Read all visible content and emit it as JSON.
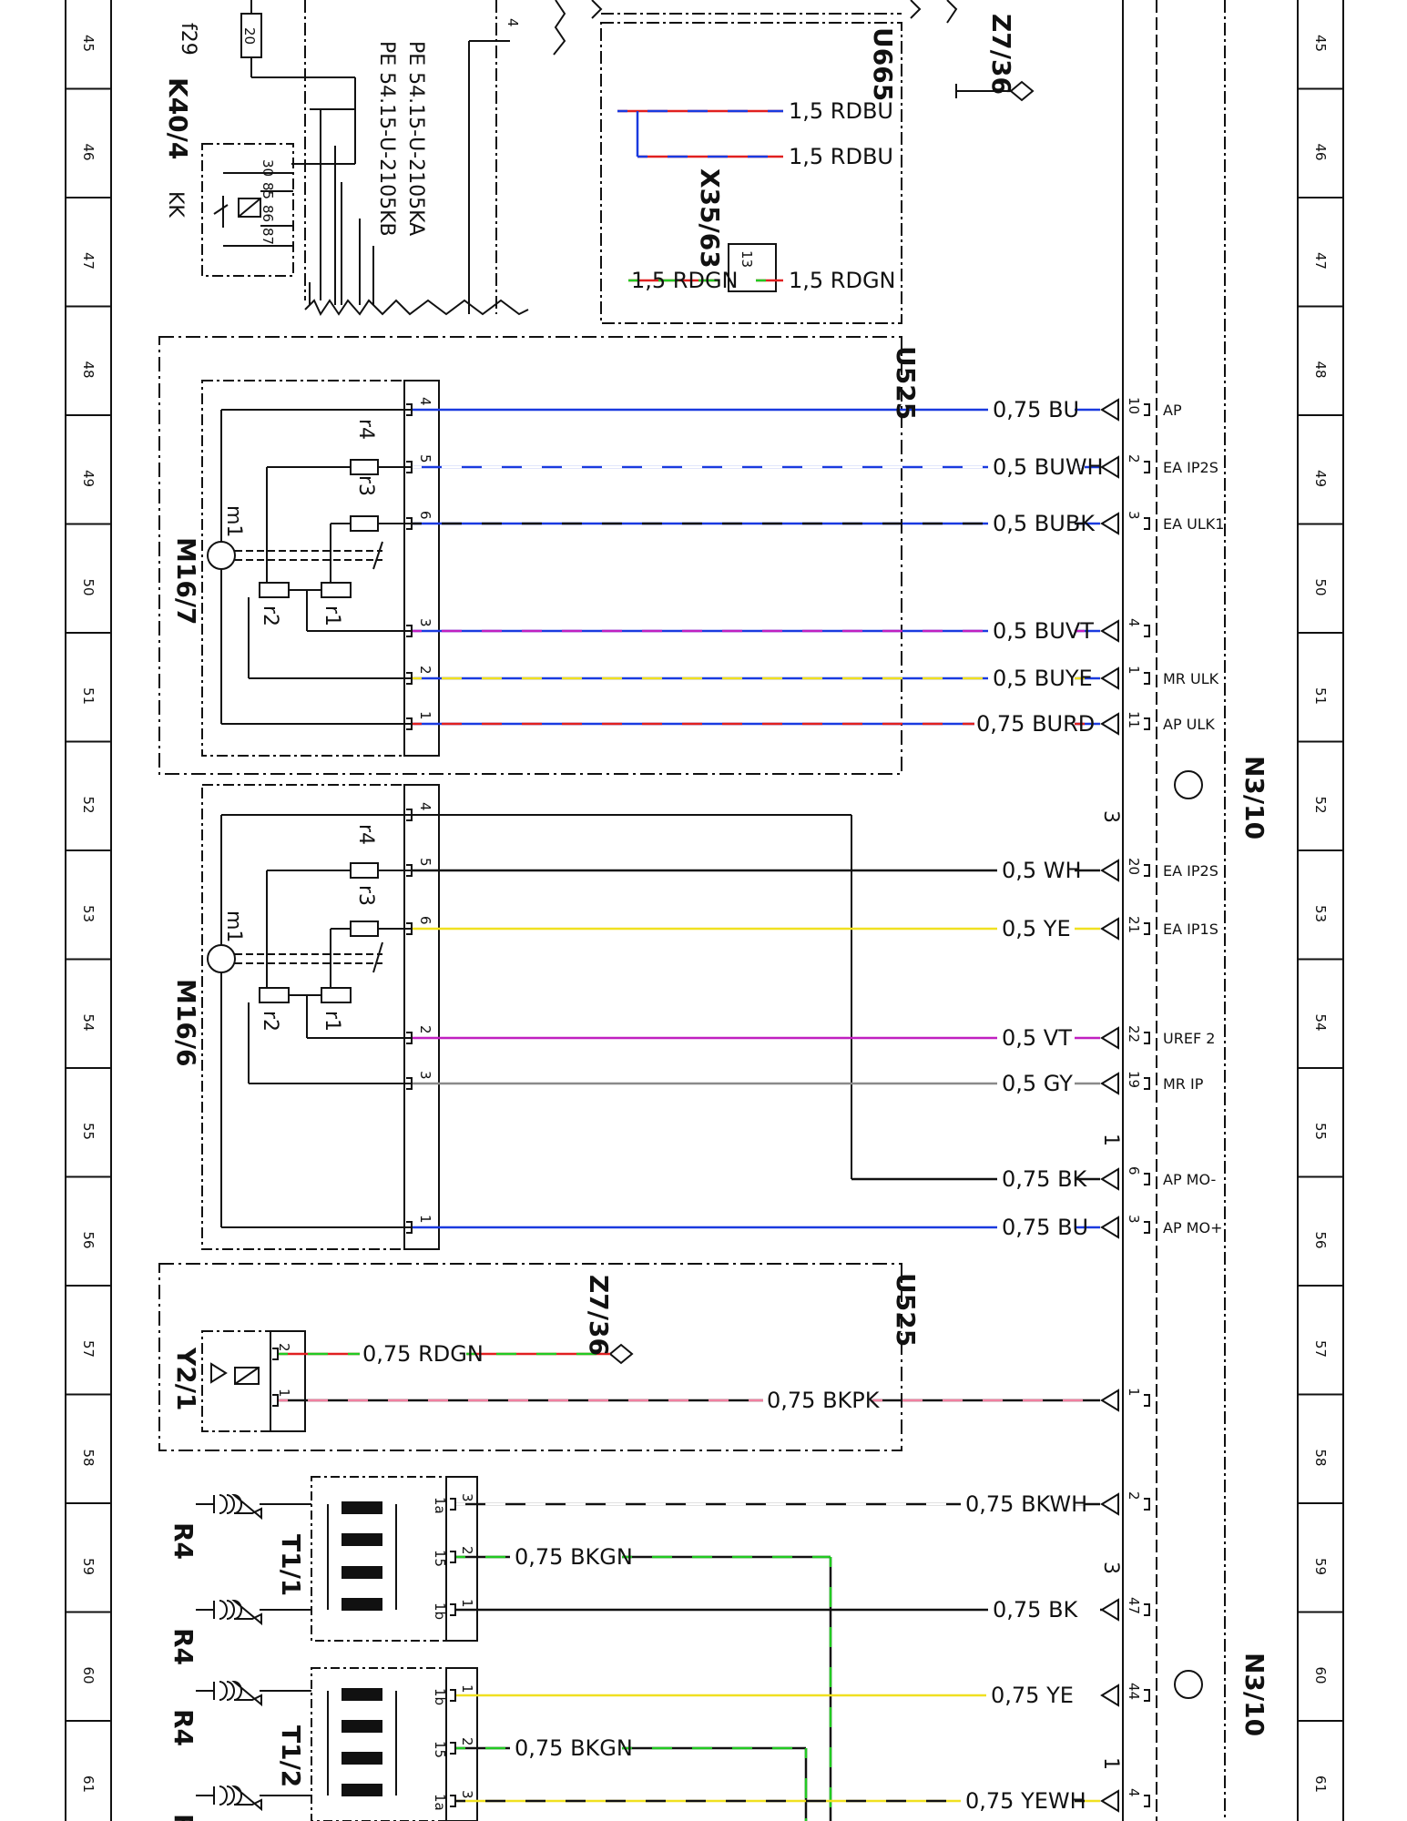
{
  "ruler": {
    "marks": [
      "45",
      "46",
      "47",
      "48",
      "49",
      "50",
      "51",
      "52",
      "53",
      "54",
      "55",
      "56",
      "57",
      "58",
      "59",
      "60",
      "61"
    ]
  },
  "top": {
    "fuse_id": "f29",
    "fuse_value": "20",
    "relay_id": "K40/4",
    "relay_sub": "KK",
    "relay_pins": [
      "30",
      "85",
      "86",
      "87"
    ],
    "pe1": "PE 54.15-U-2105KA",
    "pe2": "PE 54.15-U-2105KB",
    "pin4": "4",
    "u665": "U665",
    "z7_36_top": "Z7/36",
    "x35_63": "X35/63",
    "x_pin": "13",
    "wires": [
      {
        "label": "1,5 RDBU",
        "colors": [
          "#e02020",
          "#1a3adf"
        ]
      },
      {
        "label": "1,5 RDBU",
        "colors": [
          "#e02020",
          "#1a3adf"
        ]
      },
      {
        "label": "1,5 RDGN",
        "colors": [
          "#e02020",
          "#22c922"
        ]
      },
      {
        "label": "1,5 RDGN",
        "colors": [
          "#e02020",
          "#22c922"
        ]
      }
    ]
  },
  "u525a": {
    "name": "U525",
    "component": "M16/7",
    "motor": "m1",
    "parts": [
      "r1",
      "r2",
      "r3",
      "r4"
    ],
    "rows": [
      {
        "pin": "4",
        "wire": "0,75 BU",
        "conn_pin": "10",
        "signal": "AP",
        "colors": [
          "#1a3adf"
        ]
      },
      {
        "pin": "5",
        "wire": "0,5 BUWH",
        "conn_pin": "2",
        "signal": "EA IP2S",
        "colors": [
          "#1a3adf",
          "#ffffff"
        ]
      },
      {
        "pin": "6",
        "wire": "0,5 BUBK",
        "conn_pin": "3",
        "signal": "EA ULK1",
        "colors": [
          "#1a3adf",
          "#111111"
        ]
      },
      {
        "pin": "3",
        "wire": "0,5 BUVT",
        "conn_pin": "4",
        "signal": "",
        "colors": [
          "#1a3adf",
          "#c020c0"
        ]
      },
      {
        "pin": "2",
        "wire": "0,5 BUYE",
        "conn_pin": "1",
        "signal": "MR ULK",
        "colors": [
          "#1a3adf",
          "#f0e020"
        ]
      },
      {
        "pin": "1",
        "wire": "0,75 BURD",
        "conn_pin": "11",
        "signal": "AP ULK",
        "colors": [
          "#1a3adf",
          "#e02020"
        ]
      }
    ]
  },
  "n3_10": "N3/10",
  "m16_6": {
    "component": "M16/6",
    "motor": "m1",
    "parts": [
      "r1",
      "r2",
      "r3",
      "r4"
    ],
    "conn_group": "3",
    "conn_group2": "1",
    "rows": [
      {
        "pin": "5",
        "wire": "0,5 WH",
        "conn_pin": "20",
        "signal": "EA IP2S",
        "colors": [
          "#111111"
        ]
      },
      {
        "pin": "6",
        "wire": "0,5 YE",
        "conn_pin": "21",
        "signal": "EA IP1S",
        "colors": [
          "#f0e020"
        ]
      },
      {
        "pin": "2",
        "wire": "0,5 VT",
        "conn_pin": "22",
        "signal": "UREF 2",
        "colors": [
          "#c020c0"
        ]
      },
      {
        "pin": "3",
        "wire": "0,5 GY",
        "conn_pin": "19",
        "signal": "MR IP",
        "colors": [
          "#8a8a8a"
        ]
      },
      {
        "pin": "4",
        "wire": "0,75 BK",
        "conn_pin": "6",
        "signal": "AP MO-",
        "colors": [
          "#111111"
        ]
      },
      {
        "pin": "1",
        "wire": "0,75 BU",
        "conn_pin": "3",
        "signal": "AP MO+",
        "colors": [
          "#1a3adf"
        ]
      }
    ]
  },
  "u525b": {
    "name": "U525",
    "component": "Y2/1",
    "z7_36": "Z7/36",
    "rows": [
      {
        "pin": "2",
        "wire": "0,75 RDGN",
        "colors": [
          "#e02020",
          "#22c922"
        ]
      },
      {
        "pin": "1",
        "wire": "0,75 BKPK",
        "conn_pin": "1",
        "colors": [
          "#111111",
          "#f080a0"
        ]
      }
    ]
  },
  "coils": {
    "r4": "R4",
    "t1_1": "T1/1",
    "t1_2": "T1/2",
    "conn_group": "3",
    "conn_group2": "1",
    "rows": [
      {
        "pin_in": "1a",
        "pin": "3",
        "wire": "0,75 BKWH",
        "conn_pin": "2",
        "colors": [
          "#111111",
          "#ffffff"
        ]
      },
      {
        "pin_in": "15",
        "pin": "2",
        "wire": "0,75 BKGN",
        "colors": [
          "#111111",
          "#22c922"
        ]
      },
      {
        "pin_in": "1b",
        "pin": "1",
        "wire": "0,75 BK",
        "conn_pin": "47",
        "colors": [
          "#111111"
        ]
      },
      {
        "pin_in": "1b",
        "pin": "1",
        "wire": "0,75 YE",
        "conn_pin": "44",
        "colors": [
          "#f0e020"
        ]
      },
      {
        "pin_in": "15",
        "pin": "2",
        "wire": "0,75 BKGN",
        "colors": [
          "#111111",
          "#22c922"
        ]
      },
      {
        "pin_in": "1a",
        "pin": "3",
        "wire": "0,75 YEWH",
        "conn_pin": "4",
        "colors": [
          "#f0e020",
          "#111111"
        ]
      }
    ]
  }
}
